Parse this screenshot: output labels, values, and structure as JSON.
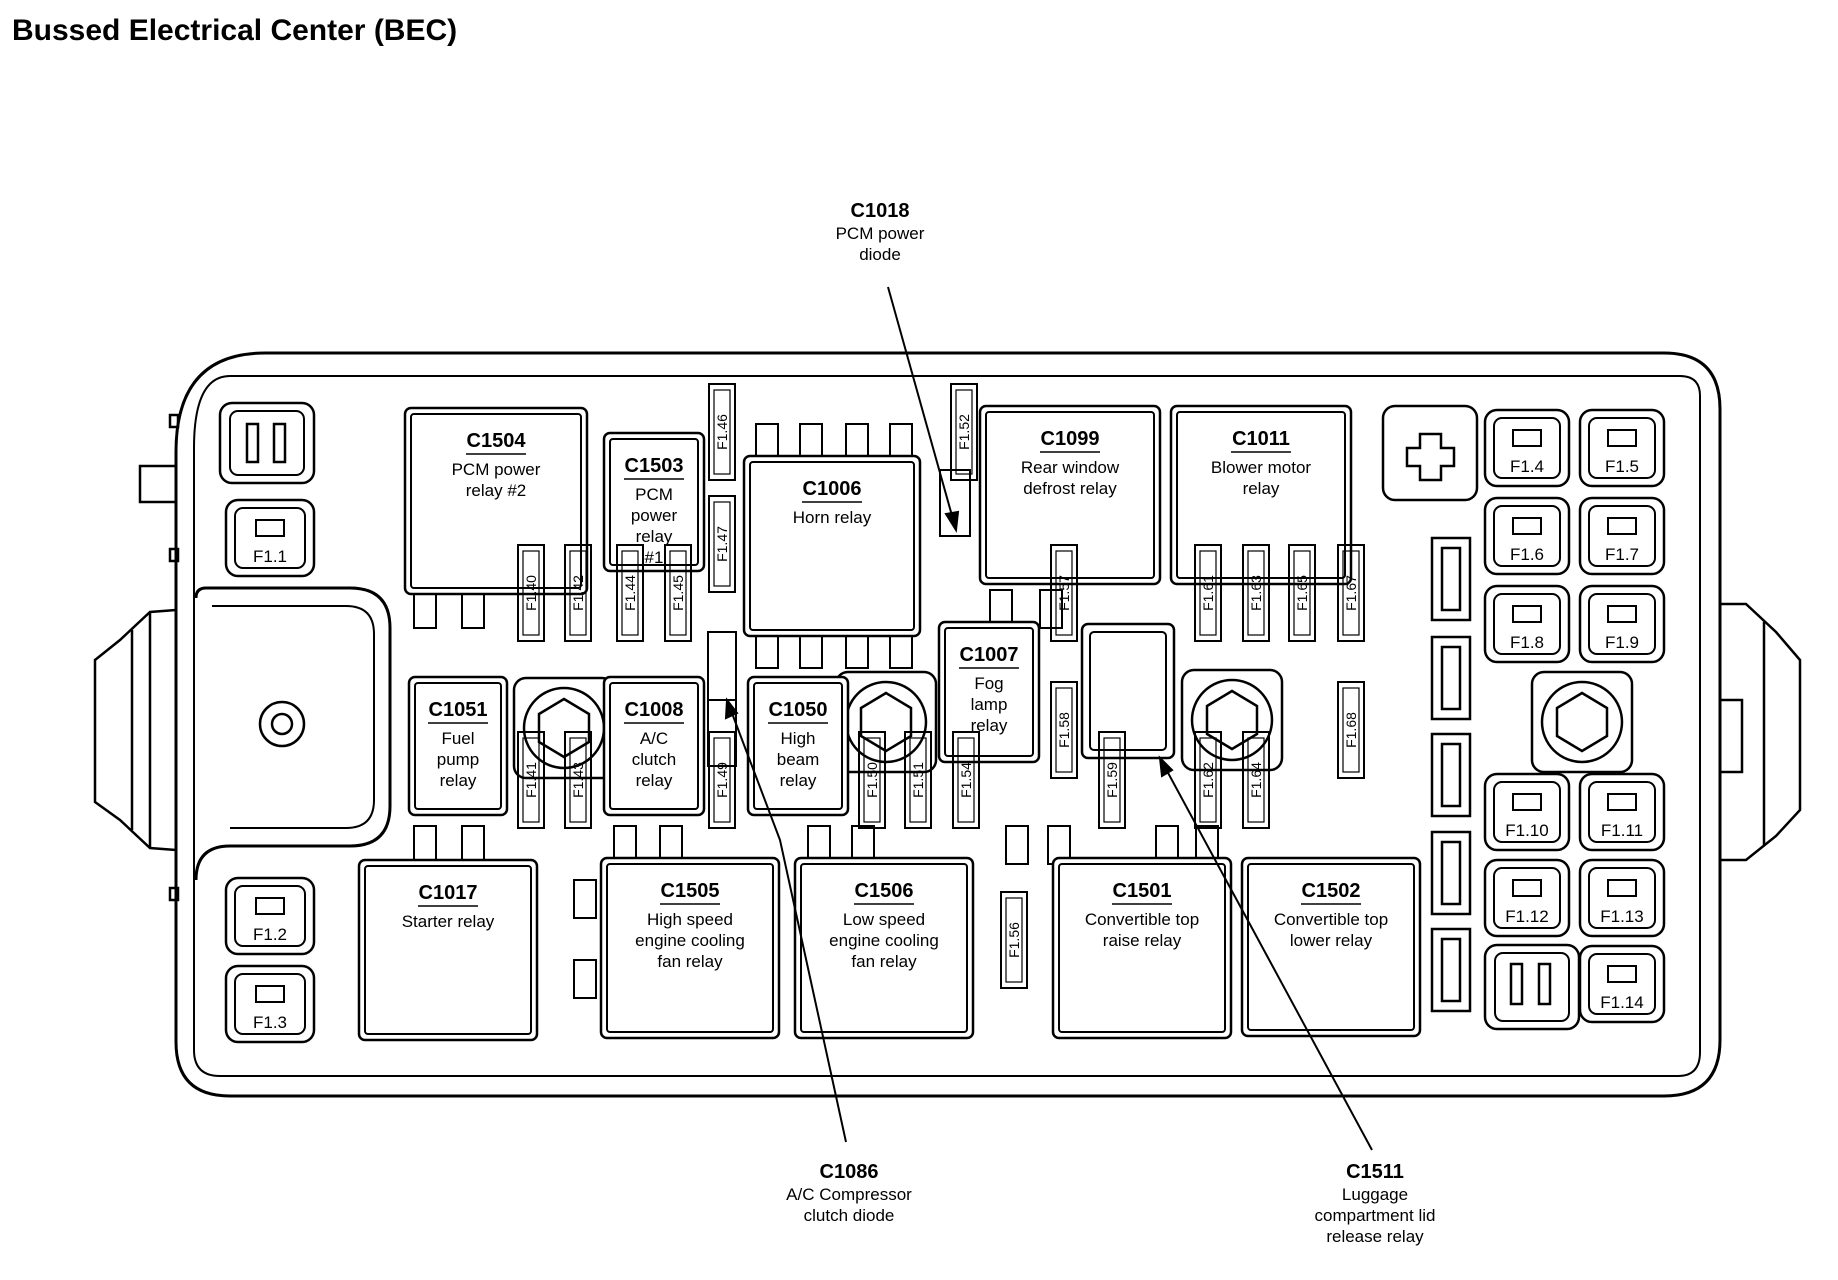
{
  "title": "Bussed Electrical Center (BEC)",
  "callouts": [
    {
      "id": "c1018",
      "code": "C1018",
      "lines": [
        "PCM power",
        "diode"
      ]
    },
    {
      "id": "c1086",
      "code": "C1086",
      "lines": [
        "A/C Compressor",
        "clutch diode"
      ]
    },
    {
      "id": "c1511",
      "code": "C1511",
      "lines": [
        "Luggage",
        "compartment lid",
        "release relay"
      ]
    }
  ],
  "relays": [
    {
      "id": "c1504",
      "code": "C1504",
      "lines": [
        "PCM power",
        "relay #2"
      ]
    },
    {
      "id": "c1503",
      "code": "C1503",
      "lines": [
        "PCM",
        "power",
        "relay",
        "#1"
      ]
    },
    {
      "id": "c1006",
      "code": "C1006",
      "lines": [
        "Horn relay"
      ]
    },
    {
      "id": "c1099",
      "code": "C1099",
      "lines": [
        "Rear window",
        "defrost relay"
      ]
    },
    {
      "id": "c1011",
      "code": "C1011",
      "lines": [
        "Blower motor",
        "relay"
      ]
    },
    {
      "id": "c1051",
      "code": "C1051",
      "lines": [
        "Fuel",
        "pump",
        "relay"
      ]
    },
    {
      "id": "c1008",
      "code": "C1008",
      "lines": [
        "A/C",
        "clutch",
        "relay"
      ]
    },
    {
      "id": "c1050",
      "code": "C1050",
      "lines": [
        "High",
        "beam",
        "relay"
      ]
    },
    {
      "id": "c1007",
      "code": "C1007",
      "lines": [
        "Fog",
        "lamp",
        "relay"
      ]
    },
    {
      "id": "c1017",
      "code": "C1017",
      "lines": [
        "Starter relay"
      ]
    },
    {
      "id": "c1505",
      "code": "C1505",
      "lines": [
        "High speed",
        "engine cooling",
        "fan relay"
      ]
    },
    {
      "id": "c1506",
      "code": "C1506",
      "lines": [
        "Low speed",
        "engine cooling",
        "fan relay"
      ]
    },
    {
      "id": "c1501",
      "code": "C1501",
      "lines": [
        "Convertible top",
        "raise relay"
      ]
    },
    {
      "id": "c1502",
      "code": "C1502",
      "lines": [
        "Convertible top",
        "lower relay"
      ]
    }
  ],
  "maxi_fuses": [
    "F1.1",
    "F1.2",
    "F1.3",
    "F1.4",
    "F1.5",
    "F1.6",
    "F1.7",
    "F1.8",
    "F1.9",
    "F1.10",
    "F1.11",
    "F1.12",
    "F1.13",
    "F1.14"
  ],
  "mini_fuses": [
    "F1.40",
    "F1.41",
    "F1.42",
    "F1.43",
    "F1.44",
    "F1.45",
    "F1.46",
    "F1.47",
    "F1.49",
    "F1.50",
    "F1.51",
    "F1.52",
    "F1.54",
    "F1.56",
    "F1.57",
    "F1.58",
    "F1.59",
    "F1.61",
    "F1.62",
    "F1.63",
    "F1.64",
    "F1.65",
    "F1.67",
    "F1.68"
  ]
}
